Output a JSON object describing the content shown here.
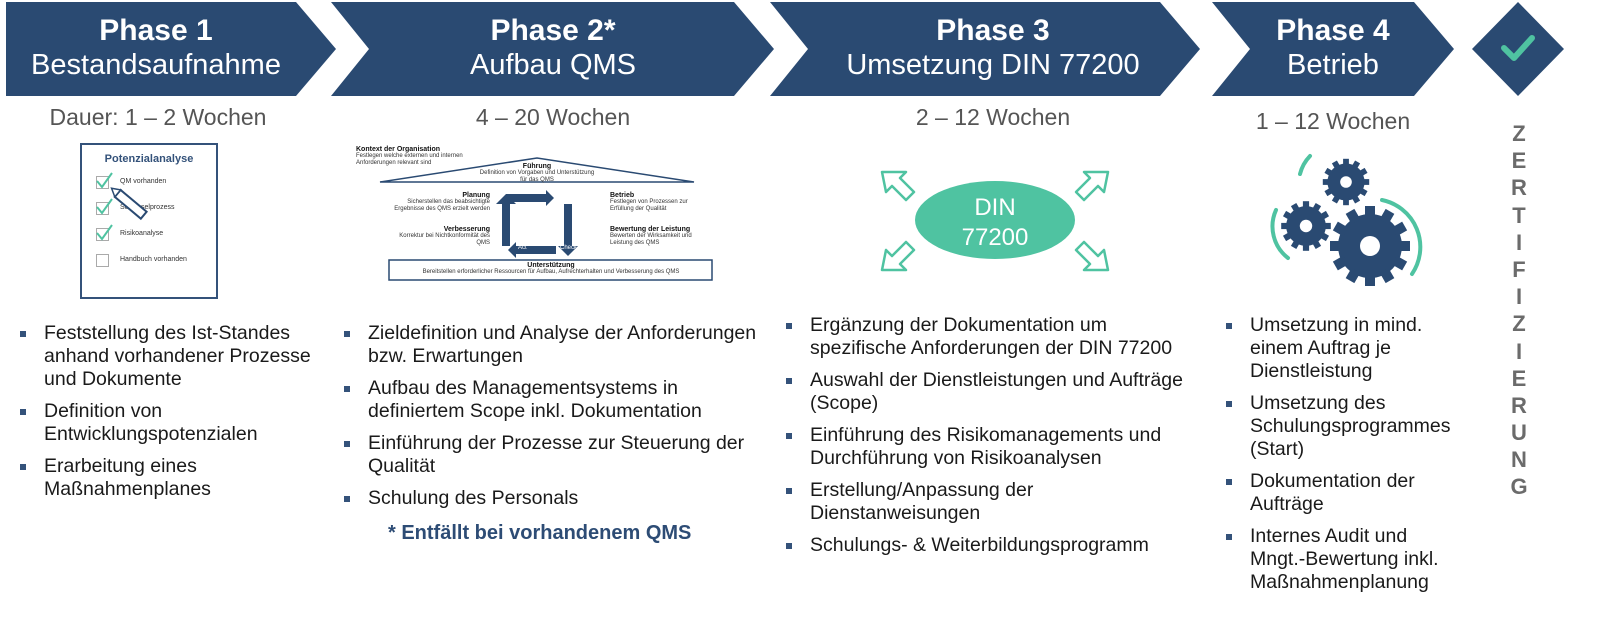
{
  "colors": {
    "chevron": "#2a4a72",
    "accent": "#4fc3a1",
    "bullet": "#34527a",
    "text": "#1a1a1a",
    "duration": "#555555",
    "zert": "#6b6b6b"
  },
  "phases": [
    {
      "title": "Phase 1",
      "subtitle": "Bestandsaufnahme",
      "duration": "Dauer: 1 – 2 Wochen",
      "bullets": [
        "Feststellung des Ist-Standes anhand vorhandener Prozesse und Dokumente",
        "Definition von Entwicklungspotenzialen",
        "Erarbeitung eines Maßnahmenplanes"
      ]
    },
    {
      "title": "Phase 2*",
      "subtitle": "Aufbau QMS",
      "duration": "4 – 20 Wochen",
      "bullets": [
        "Zieldefinition und Analyse der Anforderungen bzw. Erwartungen",
        "Aufbau des Managementsystems in definiertem Scope inkl. Dokumentation",
        "Einführung der Prozesse zur Steuerung der Qualität",
        "Schulung des Personals"
      ],
      "note": "* Entfällt bei vorhandenem QMS"
    },
    {
      "title": "Phase 3",
      "subtitle": "Umsetzung DIN 77200",
      "duration": "2 – 12 Wochen",
      "bullets": [
        "Ergänzung der Dokumentation um spezifische Anforderungen der DIN 77200",
        "Auswahl der Dienstleistungen und Aufträge (Scope)",
        "Einführung des Risikomanagements und Durchführung von Risikoanalysen",
        "Erstellung/Anpassung der Dienstanweisungen",
        "Schulungs- & Weiterbildungsprogramm"
      ]
    },
    {
      "title": "Phase 4",
      "subtitle": "Betrieb",
      "duration": "1 – 12 Wochen",
      "bullets": [
        "Umsetzung in mind. einem Auftrag je Dienstleistung",
        "Umsetzung des Schulungsprogrammes (Start)",
        "Dokumentation der Aufträge",
        "Internes Audit und Mngt.-Bewertung inkl. Maßnahmenplanung"
      ]
    }
  ],
  "zertifizierung": [
    "Z",
    "E",
    "R",
    "T",
    "I",
    "F",
    "I",
    "Z",
    "I",
    "E",
    "R",
    "U",
    "N",
    "G"
  ],
  "potenzialanalyse": {
    "title": "Potenzialanalyse",
    "items": [
      {
        "label": "QM vorhanden",
        "checked": true
      },
      {
        "label": "Schlüsselprozess",
        "checked": true
      },
      {
        "label": "Risikoanalyse",
        "checked": true
      },
      {
        "label": "Handbuch   vorhanden",
        "checked": false
      }
    ]
  },
  "qms_diagram": {
    "kontext_title": "Kontext der Organisation",
    "kontext_text": "Festlegen welche externen und internen Anforderungen relevant sind",
    "fuehrung_title": "Führung",
    "fuehrung_text": "Definition von Vorgaben und Unterstützung für das QMS",
    "planung_title": "Planung",
    "planung_text": "Sicherstellen das beabsichtigte Ergebnisse des QMS erzielt werden",
    "betrieb_title": "Betrieb",
    "betrieb_text": "Festlegen von Prozessen zur Erfüllung der Qualität",
    "verbesserung_title": "Verbesserung",
    "verbesserung_text": "Korrektur bei Nichtkonformität des QMS",
    "bewertung_title": "Bewertung der Leistung",
    "bewertung_text": "Bewerten der Wirksamkeit und Leistung des QMS",
    "unterstuetzung_title": "Unterstützung",
    "unterstuetzung_text": "Bereitstellen erforderlicher Ressourcen für Aufbau, Aufrechterhalten und Verbesserung des QMS",
    "cycle": {
      "plan": "Plan",
      "do": "Do",
      "check": "Check",
      "act": "Act"
    }
  },
  "din_label": {
    "line1": "DIN",
    "line2": "77200"
  },
  "icons": {
    "check": "check-icon",
    "gears": "gears-icon",
    "expand": "expand-arrows-icon"
  }
}
